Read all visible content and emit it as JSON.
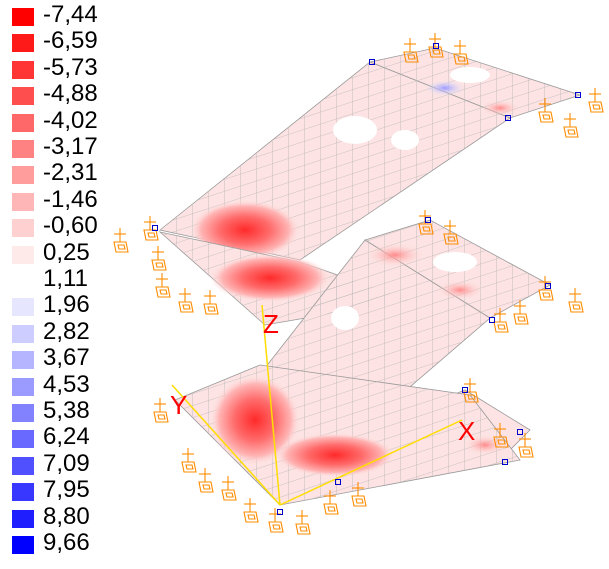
{
  "legend": {
    "items": [
      {
        "value": "-7,44",
        "color": "#ff0000"
      },
      {
        "value": "-6,59",
        "color": "#ff1a1a"
      },
      {
        "value": "-5,73",
        "color": "#ff3434"
      },
      {
        "value": "-4,88",
        "color": "#ff4e4e"
      },
      {
        "value": "-4,02",
        "color": "#ff6868"
      },
      {
        "value": "-3,17",
        "color": "#ff8282"
      },
      {
        "value": "-2,31",
        "color": "#ff9c9c"
      },
      {
        "value": "-1,46",
        "color": "#ffb6b6"
      },
      {
        "value": "-0,60",
        "color": "#ffd0d0"
      },
      {
        "value": "0,25",
        "color": "#ffeaea"
      },
      {
        "value": "1,11",
        "color": "#ffffff"
      },
      {
        "value": "1,96",
        "color": "#e6e6ff"
      },
      {
        "value": "2,82",
        "color": "#cdcdff"
      },
      {
        "value": "3,67",
        "color": "#b4b4ff"
      },
      {
        "value": "4,53",
        "color": "#9b9bff"
      },
      {
        "value": "5,38",
        "color": "#8282ff"
      },
      {
        "value": "6,24",
        "color": "#6969ff"
      },
      {
        "value": "7,09",
        "color": "#5050ff"
      },
      {
        "value": "7,95",
        "color": "#3737ff"
      },
      {
        "value": "8,80",
        "color": "#1e1eff"
      },
      {
        "value": "9,66",
        "color": "#0000ff"
      }
    ]
  },
  "axes": {
    "x_label": "X",
    "y_label": "Y",
    "z_label": "Z",
    "axis_color": "#ffdd00",
    "label_color": "#ff0000"
  },
  "colors": {
    "mesh_fill": "#fde3e3",
    "mesh_line": "#b0b0b0",
    "support": "#ff8c00",
    "node": "#0000cc",
    "hole": "#ffffff"
  }
}
